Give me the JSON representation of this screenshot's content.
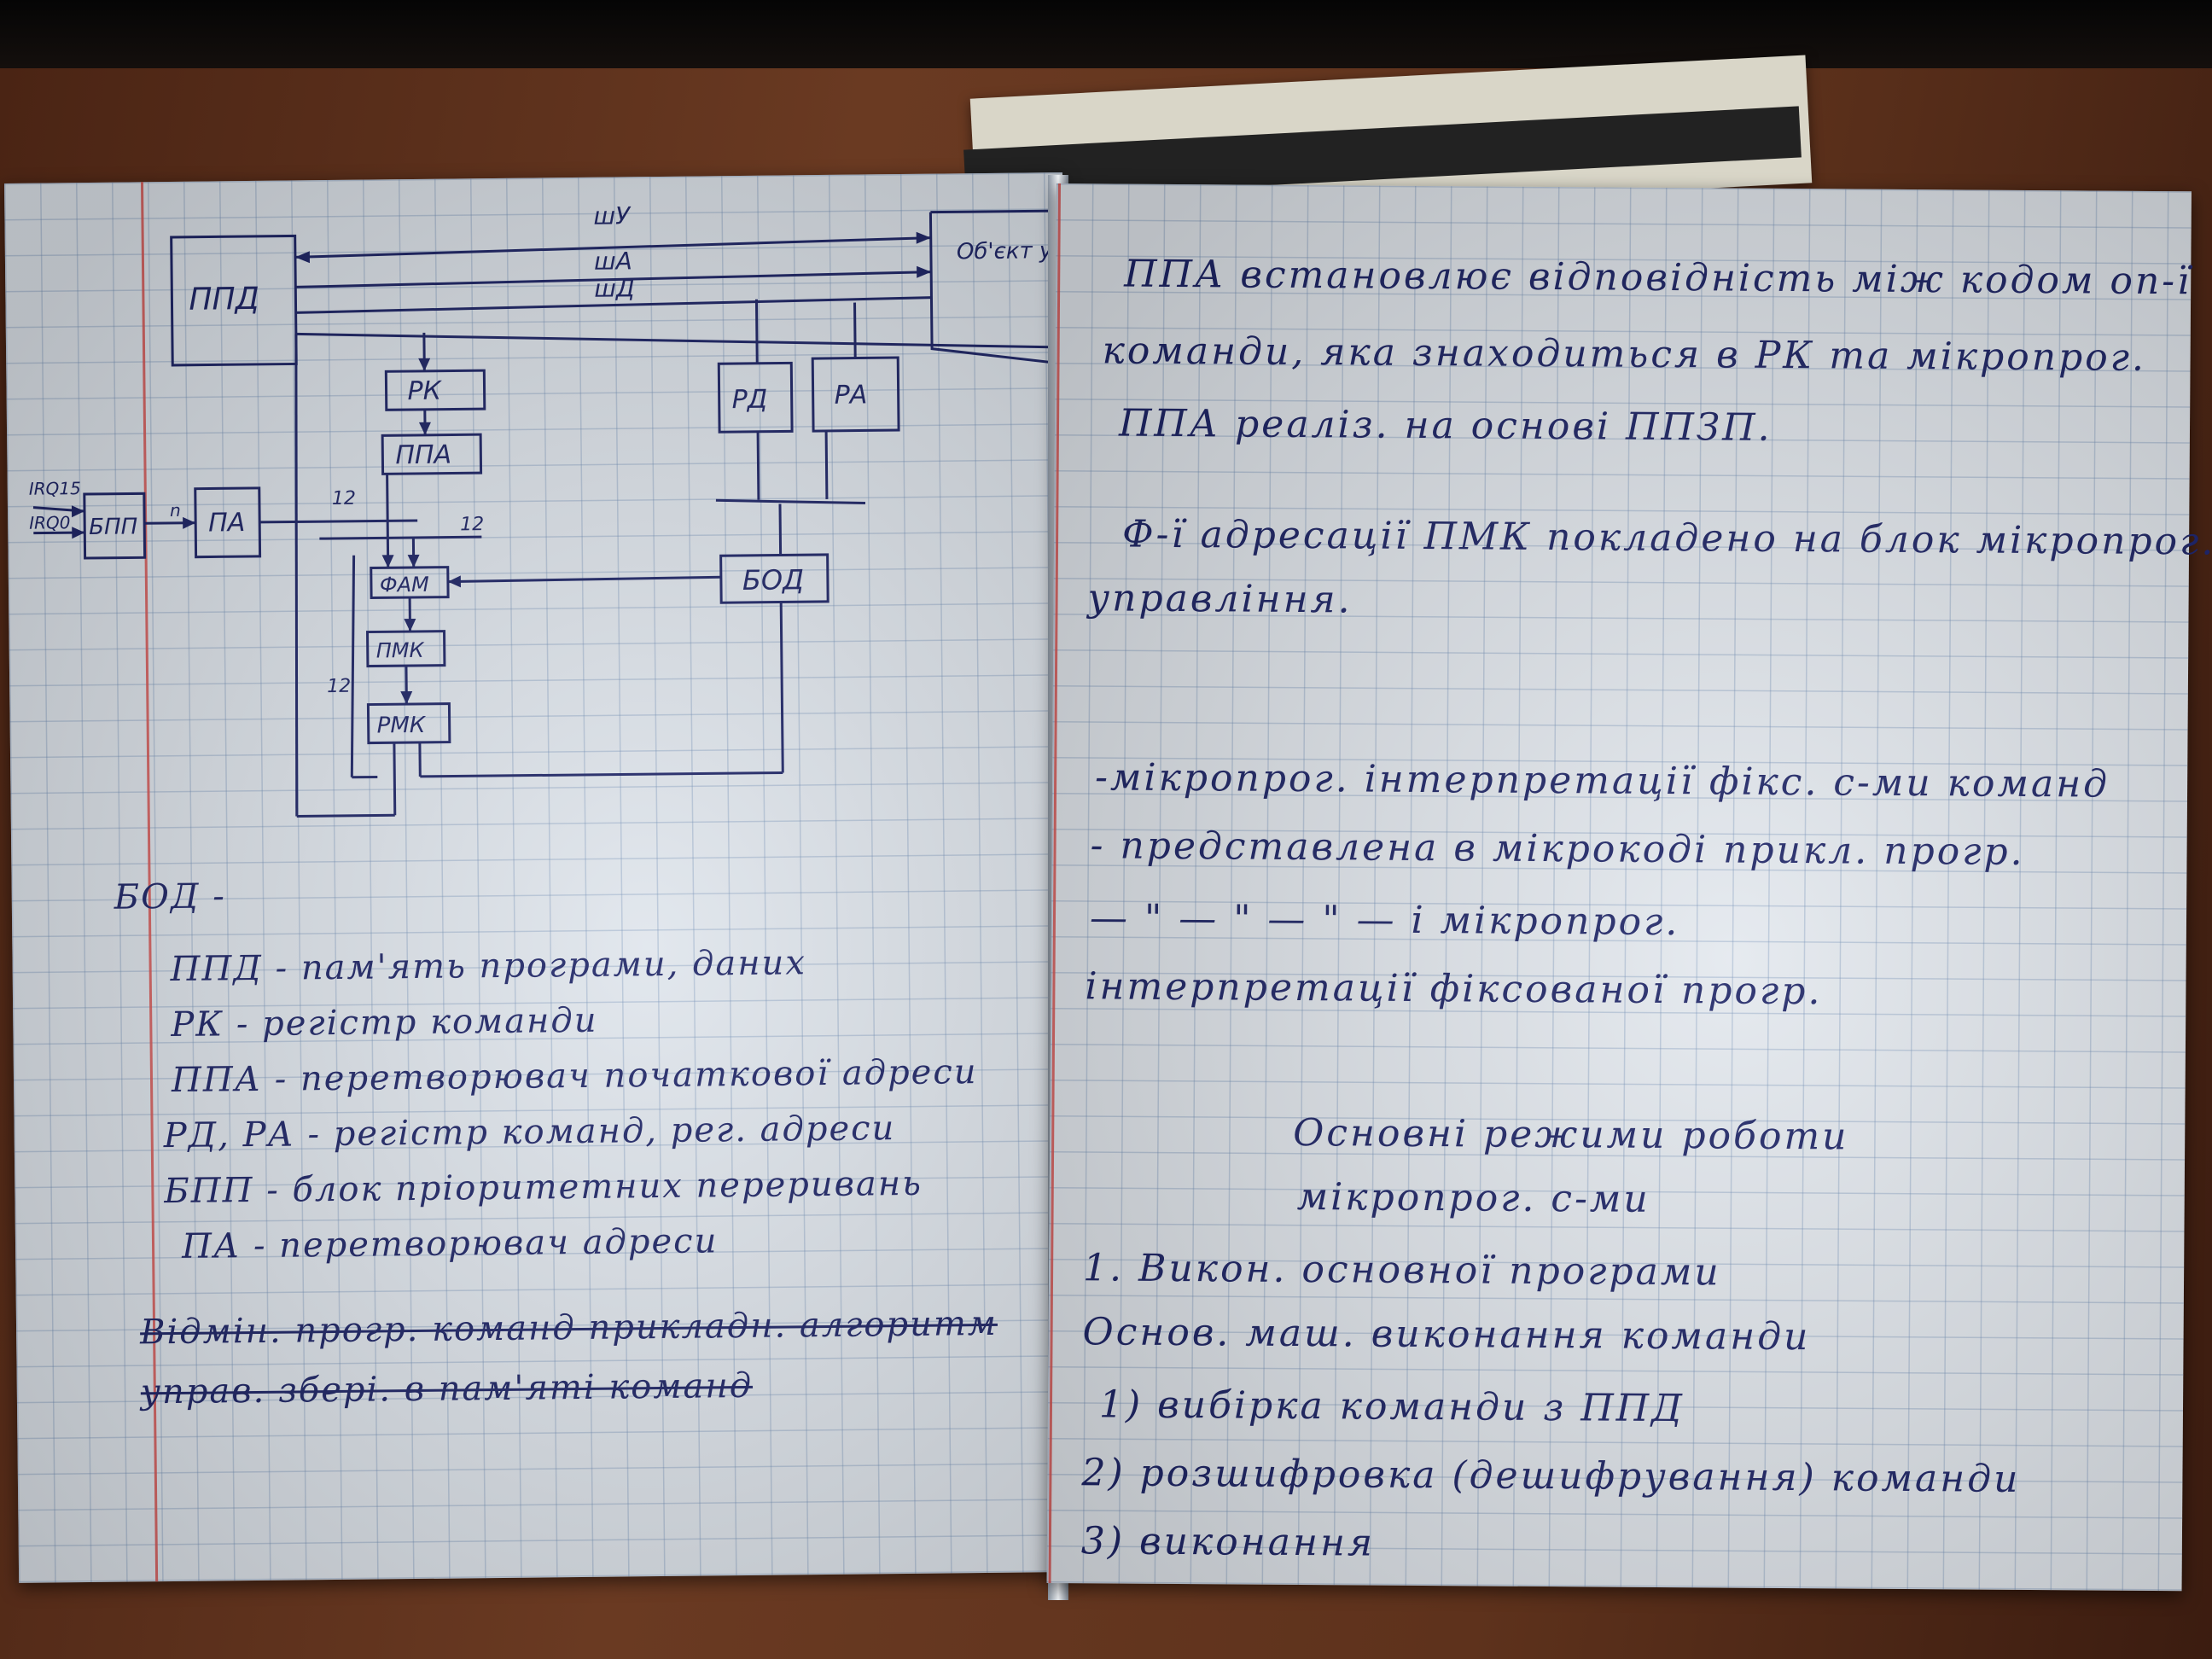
{
  "diagram": {
    "blocks": {
      "ppd": "ППД",
      "object": "Об'єкт управління",
      "rk": "РК",
      "ppa": "ППА",
      "rd": "РД",
      "ra": "РА",
      "bpp": "БПП",
      "pa": "ПА",
      "fam": "ФАМ",
      "pmk": "ПМК",
      "rmk": "РМК",
      "bod": "БОД"
    },
    "buses": {
      "shu": "шУ",
      "sha": "шА",
      "shd": "шД"
    },
    "inputs": {
      "irq15": "IRQ15",
      "irq0": "IRQ0"
    },
    "widths": {
      "n": "n",
      "w12a": "12",
      "w12b": "12",
      "w12c": "12"
    }
  },
  "left_notes": {
    "bod": "БОД -",
    "ppd": "ППД - пам'ять програми, даних",
    "rk": "РК - регістр команди",
    "ppa": "ППА - перетворювач початкової адреси",
    "rd_ra": "РД, РА - регістр команд, рег. адреси",
    "bpp": "БПП - блок пріоритетних переривань",
    "pa": "ПА - перетворювач адреси",
    "struck1": "Відмін. прогр. команд прикладн. алгоритм",
    "struck2": "управ. збері. в пам'яті команд"
  },
  "right_notes": {
    "l1": "ППА встановлює відповідність між кодом оп-ї",
    "l2": "команди, яка знаходиться в РК та мікропрог.",
    "l3": "ППА реаліз. на основі ППЗП.",
    "l4": "Ф-ї адресації ПМК покладено на блок мікропрог.",
    "l5": "управління.",
    "l6": "-мікропрог. інтерпретації фікс. с-ми команд",
    "l7": "- представлена в мікрокоді прикл. прогр.",
    "l8": "— \" — \" — \" — і мікропрог.",
    "l9": "інтерпретації фіксованої прогр.",
    "h1": "Основні режими роботи",
    "h2": "мікропрог. с-ми",
    "i1": "1. Викон. основної програми",
    "i2": "Основ. маш. виконання команди",
    "i3": "1) вибірка команди з ППД",
    "i4": "2) розшифровка (дешифрування) команди",
    "i5": "3) виконання"
  },
  "colors": {
    "ink": "#1d2466",
    "paper": "#dfe5ec",
    "grid": "#6e8cb4",
    "margin": "#d6504e",
    "desk": "#5e321c"
  }
}
